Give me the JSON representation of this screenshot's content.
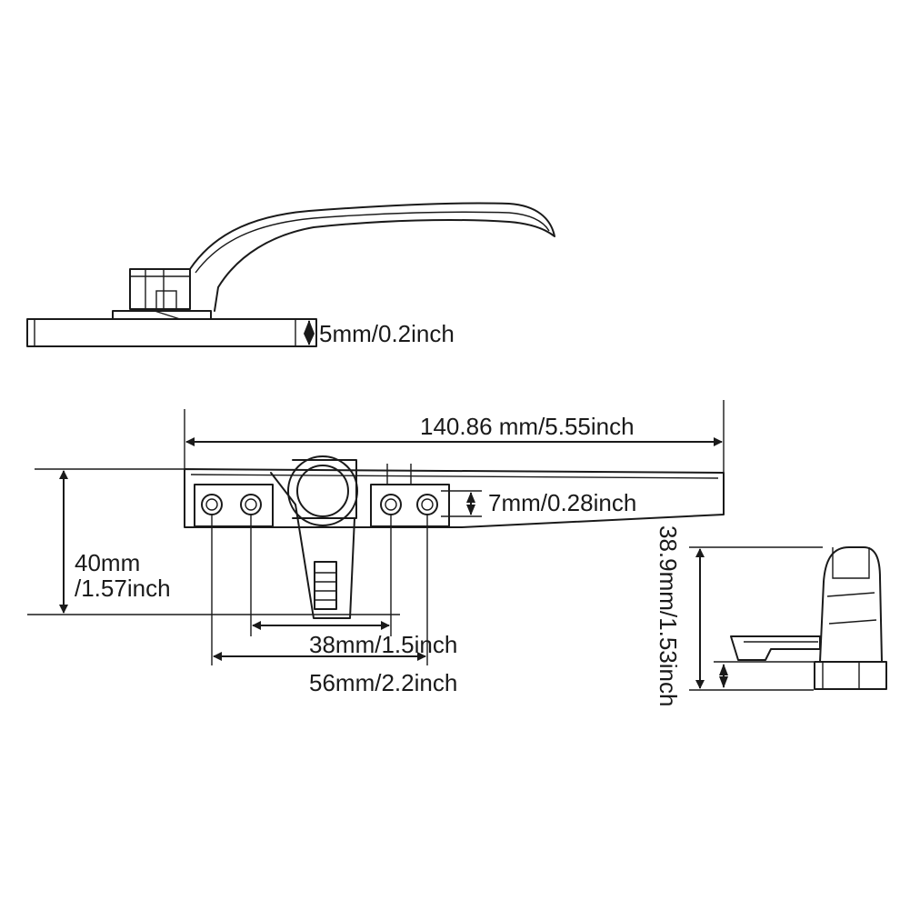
{
  "dimensions": {
    "base_thickness": "5mm/0.2inch",
    "overall_length": "140.86 mm/5.55inch",
    "hole_diameter": "7mm/0.28inch",
    "height_line1": "40mm",
    "height_line2": "/1.57inch",
    "inner_hole_spacing": "38mm/1.5inch",
    "outer_hole_spacing": "56mm/2.2inch",
    "keeper_height": "38.9mm/1.53inch"
  }
}
